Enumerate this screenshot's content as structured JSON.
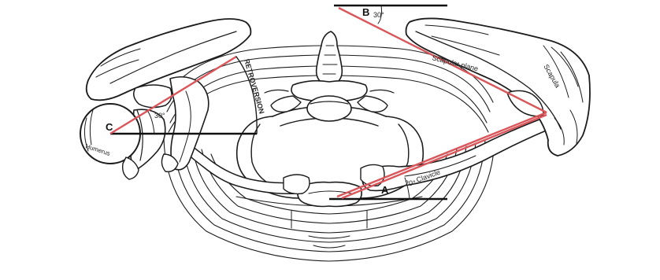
{
  "labels": {
    "humerus": "Humerus",
    "retroversion": "RETROVERSION",
    "scapular_plane": "Scapular plane",
    "scapula": "Scapula",
    "clavicle": "Clavicle"
  },
  "angles": {
    "a_letter": "A",
    "a_value": "20°",
    "b_letter": "B",
    "b_value": "30°",
    "c_letter": "C",
    "c_value": "30°"
  },
  "colors": {
    "reference_line": "#111111",
    "axis_line": "#d9565b",
    "drawing_ink": "#1c1c1c",
    "background": "#ffffff"
  }
}
